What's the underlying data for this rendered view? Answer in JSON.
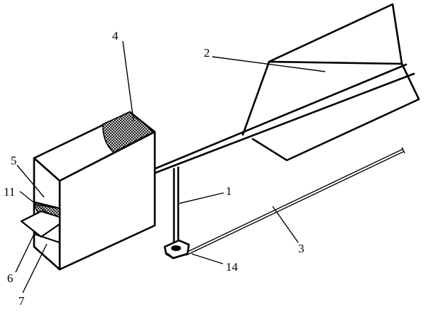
{
  "figure": {
    "labels": {
      "pole": "1",
      "wing_sail": "2",
      "rail": "3",
      "top_mesh": "4",
      "upper_chamber": "5",
      "tray": "6",
      "lower_chamber": "7",
      "side_mesh": "11",
      "pivot_base": "14"
    }
  }
}
